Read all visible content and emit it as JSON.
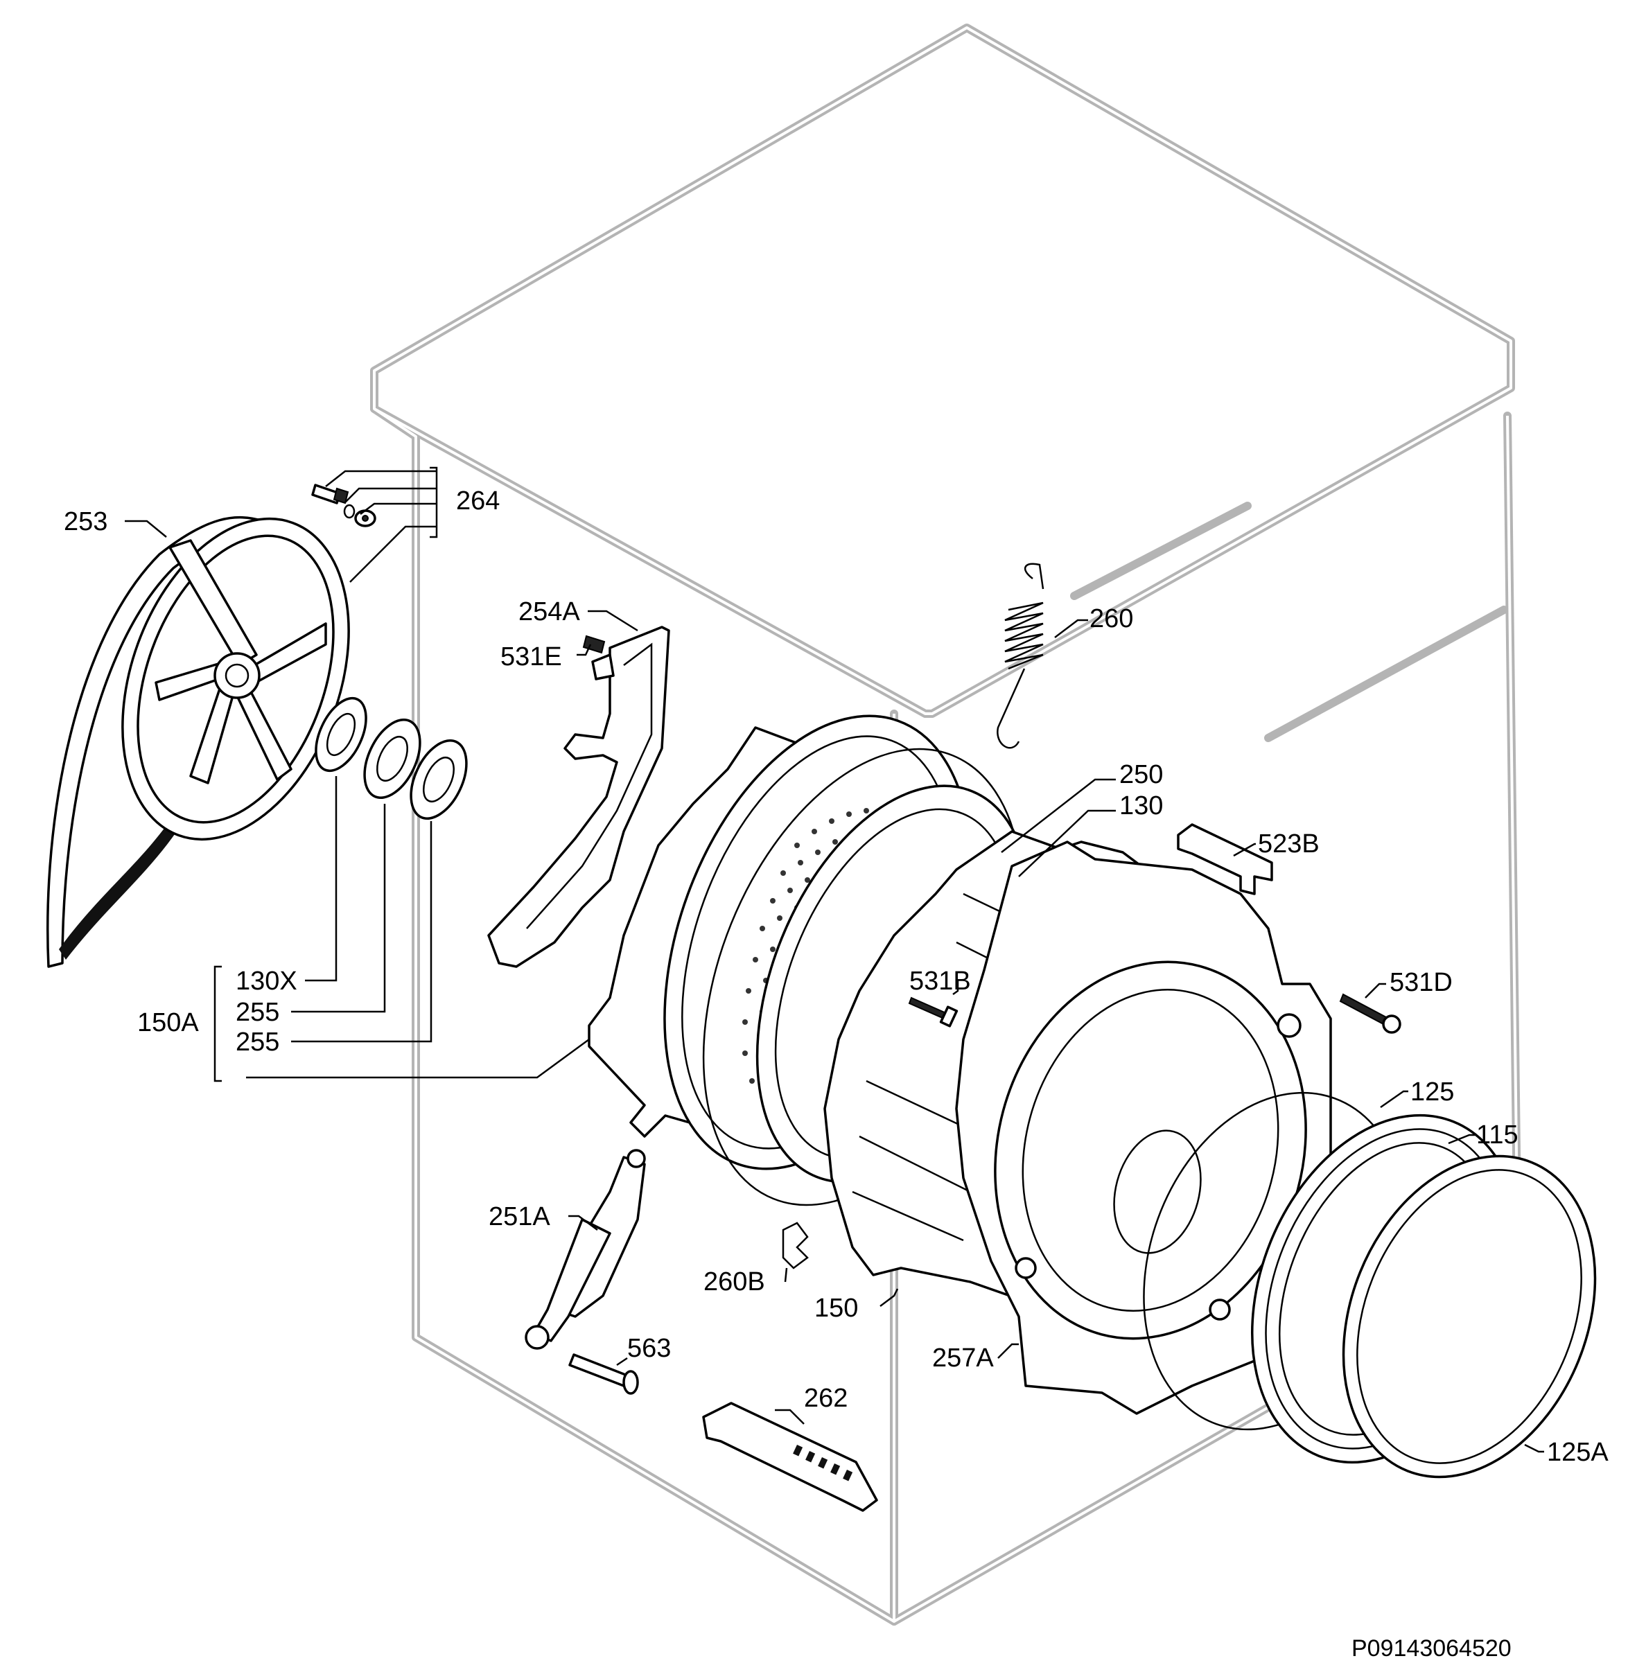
{
  "callouts": {
    "p253": "253",
    "p264": "264",
    "p254A": "254A",
    "p531E": "531E",
    "p260": "260",
    "p250": "250",
    "p130": "130",
    "p523B": "523B",
    "p130X": "130X",
    "p255a": "255",
    "p255b": "255",
    "p150A": "150A",
    "p531B": "531B",
    "p531D": "531D",
    "p125": "125",
    "p115": "115",
    "p251A": "251A",
    "p260B": "260B",
    "p150": "150",
    "p257A": "257A",
    "p563": "563",
    "p262": "262",
    "p125A": "125A"
  },
  "drawing_code": "P09143064520",
  "colors": {
    "cabinet": "#b4b4b4",
    "ink": "#000000"
  }
}
